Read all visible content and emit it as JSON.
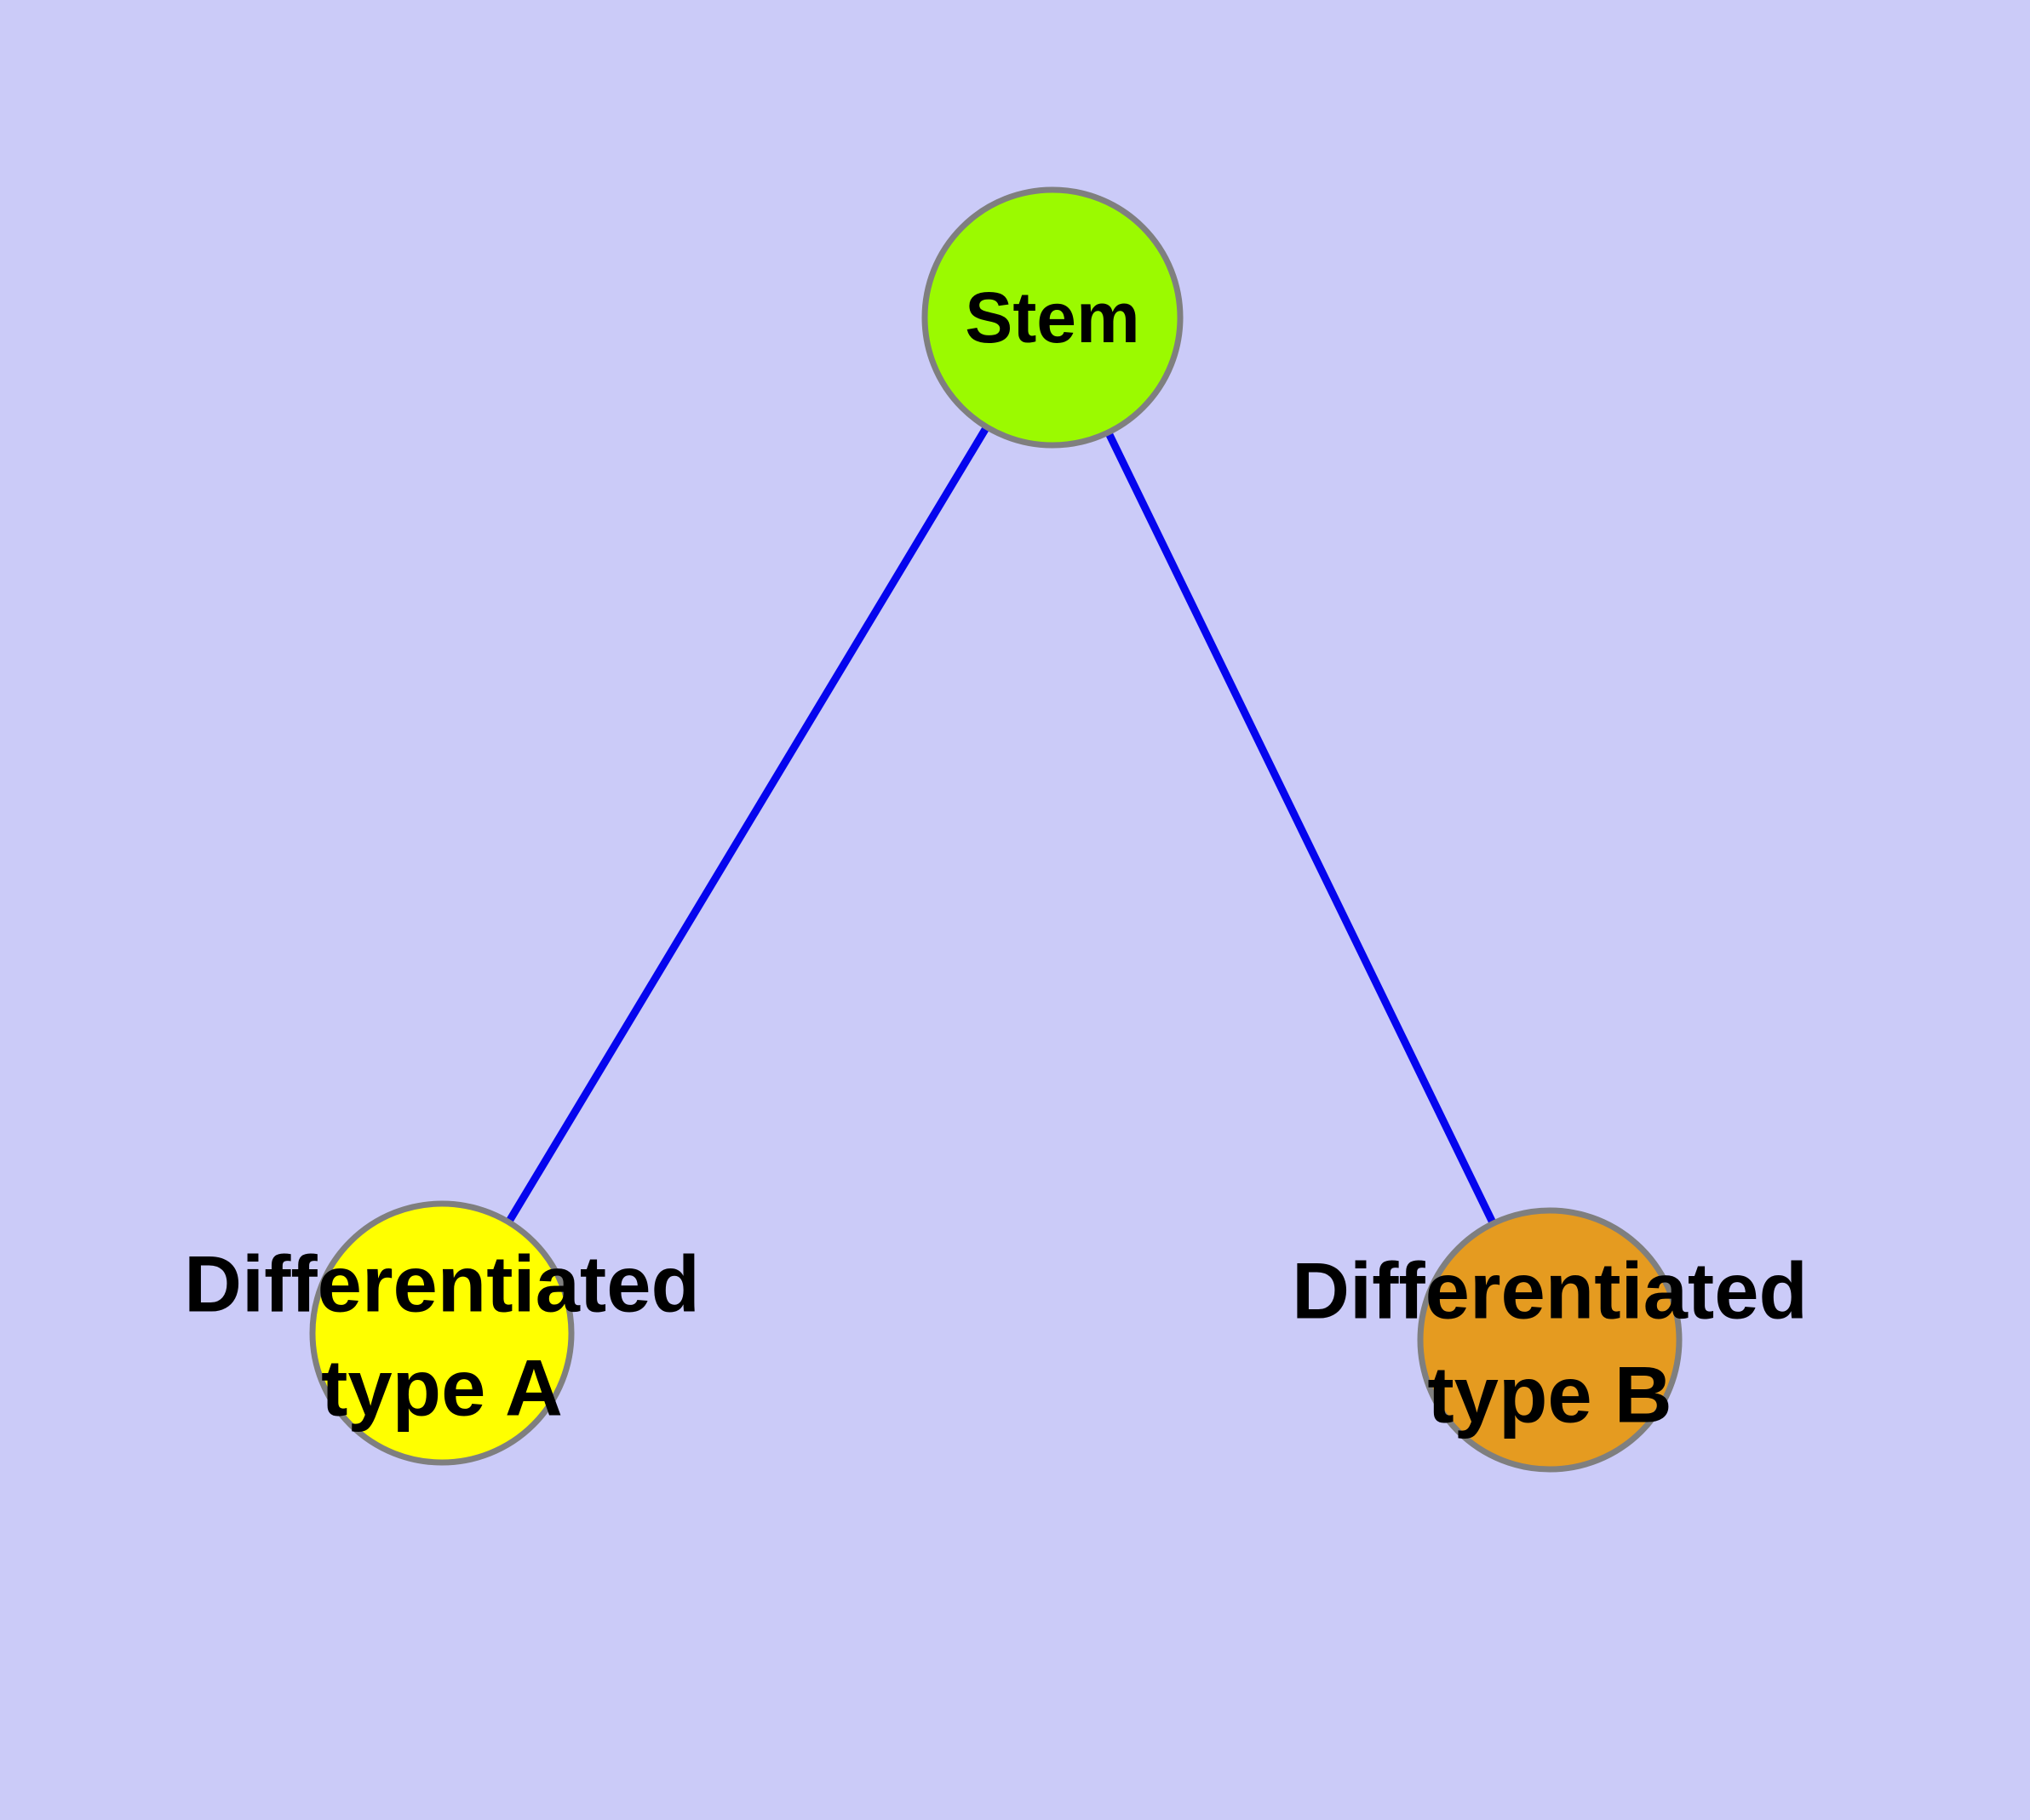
{
  "canvas": {
    "background": "#CBCBF8"
  },
  "nodes": [
    {
      "id": "stem",
      "label": "Stem",
      "fill": "#9BFA00",
      "border": "#7F7F7F"
    },
    {
      "id": "differentiated-type-a",
      "label": "Differentiated type A",
      "lines": [
        "Differentiated",
        "type A"
      ],
      "fill": "#FFFF00",
      "border": "#7F7F7F"
    },
    {
      "id": "differentiated-type-b",
      "label": "Differentiated type B",
      "lines": [
        "Differentiated",
        "type B"
      ],
      "fill": "#E59B20",
      "border": "#7F7F7F"
    }
  ],
  "edges": [
    {
      "from": "stem",
      "to": "differentiated-type-a",
      "color": "#0505EE"
    },
    {
      "from": "stem",
      "to": "differentiated-type-b",
      "color": "#0505EE"
    }
  ]
}
